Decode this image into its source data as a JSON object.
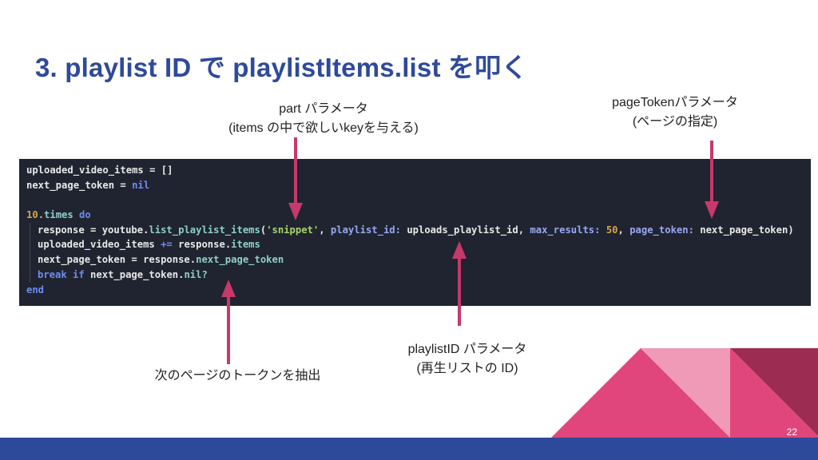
{
  "slide": {
    "title": "3. playlist ID で playlistItems.list を叩く",
    "page_number": "22"
  },
  "annotations": {
    "part_line1": "part パラメータ",
    "part_line2": "(items の中で欲しいkeyを与える)",
    "pagetoken_line1": "pageTokenパラメータ",
    "pagetoken_line2": "(ページの指定)",
    "playlistid_line1": "playlistID パラメータ",
    "playlistid_line2": "(再生リストの ID)",
    "next_token_note": "次のページのトークンを抽出"
  },
  "code": {
    "l1_a": "uploaded_video_items",
    "l1_b": " = []",
    "l2_a": "next_page_token",
    "l2_b": " = ",
    "l2_c": "nil",
    "l4_a": "10",
    "l4_b": ".times",
    "l4_c": " do",
    "l5_a": "response",
    "l5_b": " = youtube.",
    "l5_c": "list_playlist_items",
    "l5_d": "(",
    "l5_e": "'snippet'",
    "l5_f": ", ",
    "l5_g": "playlist_id:",
    "l5_h": " uploads_playlist_id, ",
    "l5_i": "max_results:",
    "l5_j": " ",
    "l5_k": "50",
    "l5_l": ", ",
    "l5_m": "page_token:",
    "l5_n": " next_page_token)",
    "l6_a": "uploaded_video_items",
    "l6_b": " ",
    "l6_c": "+=",
    "l6_d": " response.",
    "l6_e": "items",
    "l7_a": "next_page_token",
    "l7_b": " = response.",
    "l7_c": "next_page_token",
    "l8_a": "break",
    "l8_b": " ",
    "l8_c": "if",
    "l8_d": " next_page_token.",
    "l8_e": "nil?",
    "l9_a": "end"
  },
  "colors": {
    "title": "#2e4a9a",
    "arrow": "#c8386a",
    "code_bg": "#1f2430",
    "footer": "#2d4a9a",
    "deco_pink": "#e0467c",
    "deco_dark": "#9c2c52"
  }
}
